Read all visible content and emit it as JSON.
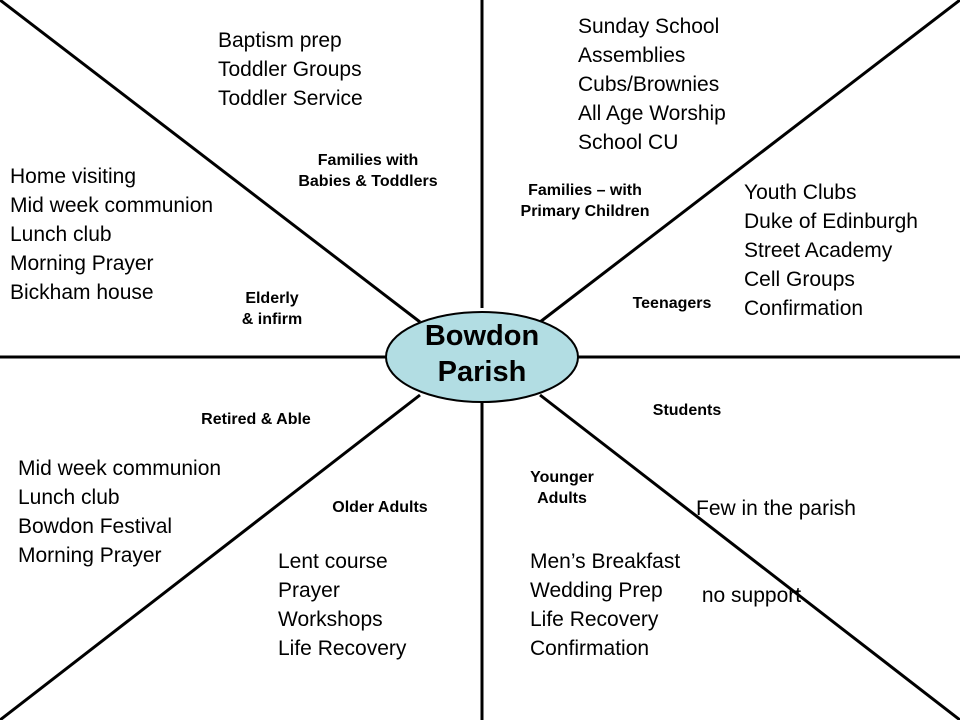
{
  "hub": {
    "line1": "Bowdon",
    "line2": "Parish",
    "fill": "#b2dde3"
  },
  "segments": {
    "babies_toddlers": {
      "label": [
        "Families with",
        "Babies & Toddlers"
      ],
      "items": [
        "Baptism prep",
        "Toddler Groups",
        "Toddler Service"
      ]
    },
    "primary": {
      "label": [
        "Families – with",
        "Primary Children"
      ],
      "items": [
        "Sunday School",
        "Assemblies",
        "Cubs/Brownies",
        "All Age Worship",
        "School CU"
      ]
    },
    "teenagers": {
      "label": [
        "Teenagers"
      ],
      "items": [
        "Youth Clubs",
        "Duke of Edinburgh",
        "Street Academy",
        "Cell Groups",
        "Confirmation"
      ]
    },
    "elderly": {
      "label": [
        "Elderly",
        "& infirm"
      ],
      "items": [
        "Home visiting",
        "Mid week communion",
        "Lunch club",
        "Morning Prayer",
        "Bickham house"
      ]
    },
    "students": {
      "label": [
        "Students"
      ],
      "items": [
        "Few in the parish",
        " no support"
      ]
    },
    "retired": {
      "label": [
        "Retired & Able"
      ],
      "items": [
        "Mid week communion",
        "Lunch club",
        "Bowdon Festival",
        "Morning Prayer"
      ]
    },
    "older": {
      "label": [
        "Older Adults"
      ],
      "items": [
        "Lent course",
        "Prayer",
        "Workshops",
        "Life Recovery"
      ]
    },
    "younger": {
      "label": [
        "Younger",
        "Adults"
      ],
      "items": [
        "Men’s Breakfast",
        "Wedding Prep",
        "Life Recovery",
        "Confirmation"
      ]
    }
  }
}
